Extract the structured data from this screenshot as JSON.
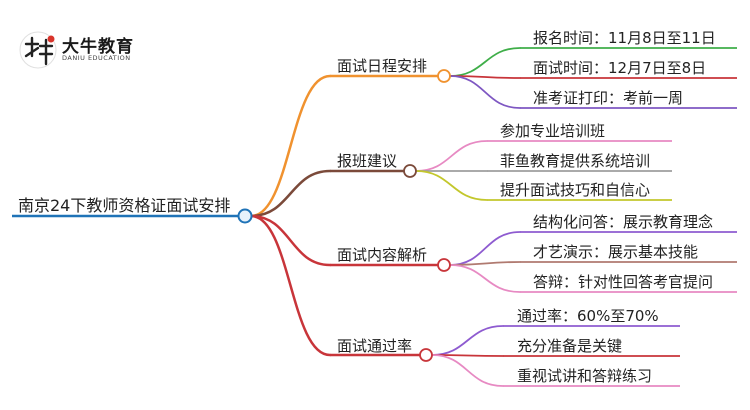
{
  "logo": {
    "name": "大牛教育",
    "subtitle": "DANIU EDUCATION"
  },
  "mindmap": {
    "root": "南京24下教师资格证面试安排",
    "branches": [
      {
        "label": "面试日程安排",
        "color": "#f0922f",
        "children": [
          {
            "label": "报名时间：11月8日至11日",
            "color": "#3fae49"
          },
          {
            "label": "面试时间：12月7日至8日",
            "color": "#c8353a"
          },
          {
            "label": "准考证打印：考前一周",
            "color": "#7e57c2"
          }
        ]
      },
      {
        "label": "报班建议",
        "color": "#7b4a3a",
        "children": [
          {
            "label": "参加专业培训班",
            "color": "#e78ac3"
          },
          {
            "label": "菲鱼教育提供系统培训",
            "color": "#9e9e9e"
          },
          {
            "label": "提升面试技巧和自信心",
            "color": "#c3c72c"
          }
        ]
      },
      {
        "label": "面试内容解析",
        "color": "#c8353a",
        "children": [
          {
            "label": "结构化问答：展示教育理念",
            "color": "#8e5bd0"
          },
          {
            "label": "才艺演示：展示基本技能",
            "color": "#b07a70"
          },
          {
            "label": "答辩：针对性回答考官提问",
            "color": "#e78ac3"
          }
        ]
      },
      {
        "label": "面试通过率",
        "color": "#c8353a",
        "children": [
          {
            "label": "通过率：60%至70%",
            "color": "#8e5bd0"
          },
          {
            "label": "充分准备是关键",
            "color": "#c8353a"
          },
          {
            "label": "重视试讲和答辩练习",
            "color": "#e78ac3"
          }
        ]
      }
    ]
  },
  "colors": {
    "root_line": "#1f73b7",
    "root_circle_fill": "#e8f2fb"
  }
}
